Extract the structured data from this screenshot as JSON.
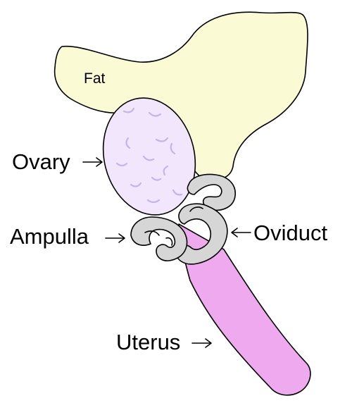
{
  "labels": {
    "fat": "Fat",
    "ovary": "Ovary",
    "ampulla": "Ampulla",
    "oviduct": "Oviduct",
    "uterus": "Uterus"
  },
  "colors": {
    "fat": "#fafad4",
    "ovary": "#f1e6fb",
    "ovary_marks": "#c4b4ea",
    "oviduct": "#d6d6d6",
    "uterus": "#efaaef",
    "outline": "#000000",
    "background": "#ffffff"
  }
}
